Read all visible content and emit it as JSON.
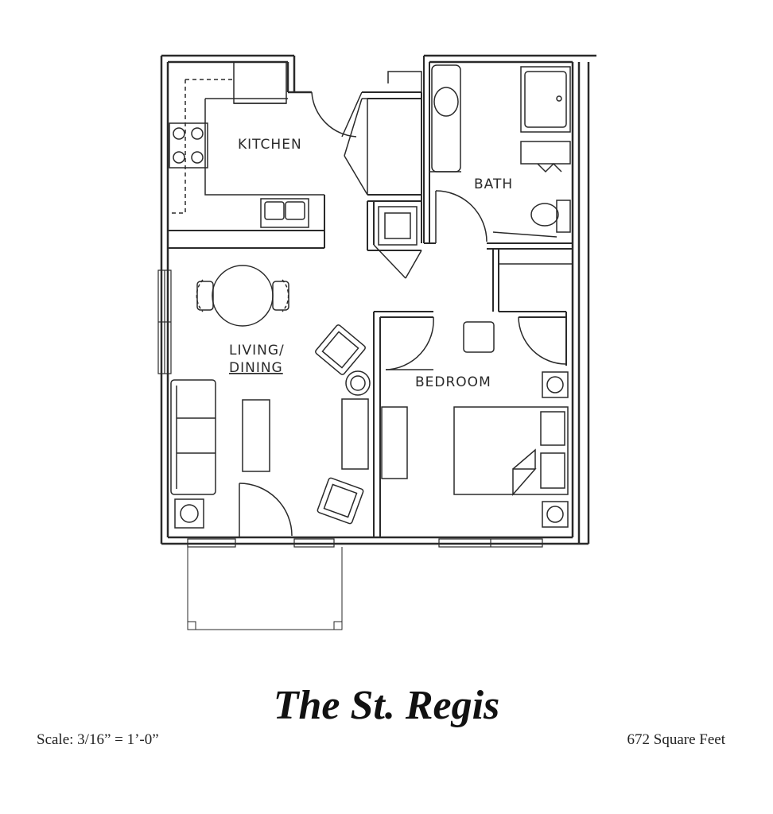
{
  "plan": {
    "name": "The St. Regis",
    "scale_text": "Scale: 3/16” = 1’-0”",
    "area_text": "672 Square Feet",
    "rooms": {
      "kitchen": "KITCHEN",
      "bath": "BATH",
      "living_line1": "LIVING/",
      "living_line2": "DINING",
      "bedroom": "BEDROOM"
    },
    "colors": {
      "ink": "#2a2a2a",
      "paper": "#ffffff"
    }
  }
}
